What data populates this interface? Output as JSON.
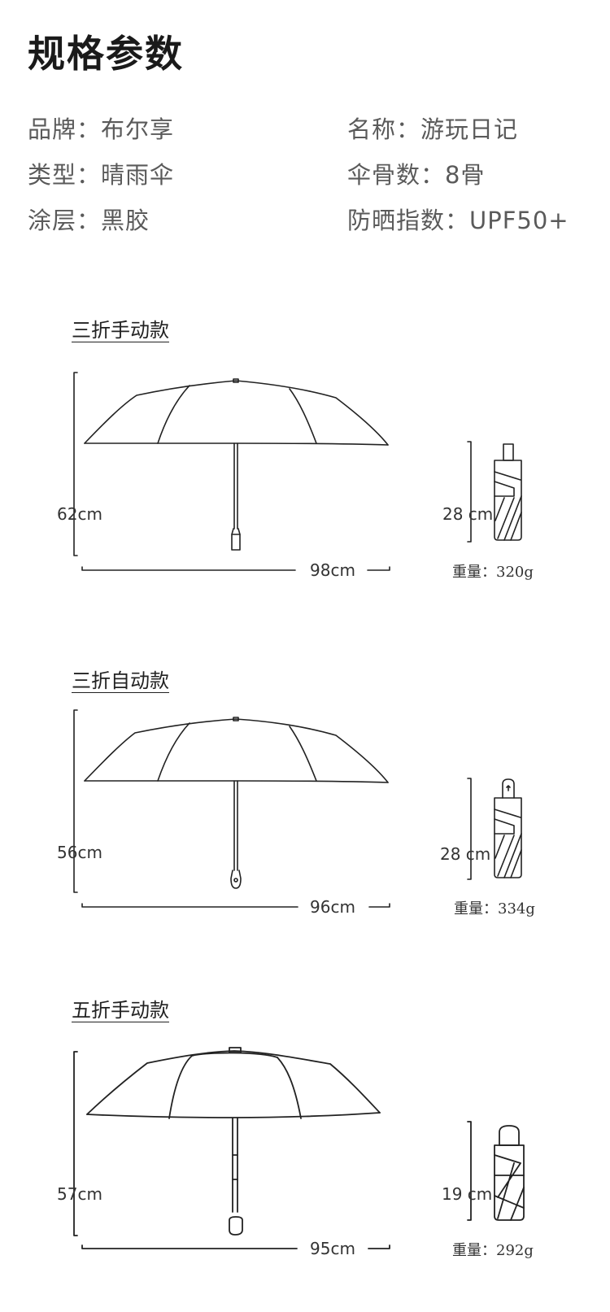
{
  "page_title": "规格参数",
  "specs": [
    {
      "label": "品牌：",
      "value": "布尔享"
    },
    {
      "label": "名称：",
      "value": "游玩日记"
    },
    {
      "label": "类型：",
      "value": "晴雨伞"
    },
    {
      "label": "伞骨数：",
      "value": "8骨"
    },
    {
      "label": "涂层：",
      "value": "黑胶"
    },
    {
      "label": "防晒指数：",
      "value": "UPF50+"
    }
  ],
  "models": [
    {
      "title": "三折手动款",
      "open_height": "62cm",
      "open_width": "98cm",
      "folded_length": "28 cm",
      "weight_label": "重量：",
      "weight_value": "320g"
    },
    {
      "title": "三折自动款",
      "open_height": "56cm",
      "open_width": "96cm",
      "folded_length": "28 cm",
      "weight_label": "重量：",
      "weight_value": "334g"
    },
    {
      "title": "五折手动款",
      "open_height": "57cm",
      "open_width": "95cm",
      "folded_length": "19 cm",
      "weight_label": "重量：",
      "weight_value": "292g"
    }
  ],
  "colors": {
    "line": "#222222",
    "text": "#333333",
    "spec_text": "#5a5a5a"
  }
}
